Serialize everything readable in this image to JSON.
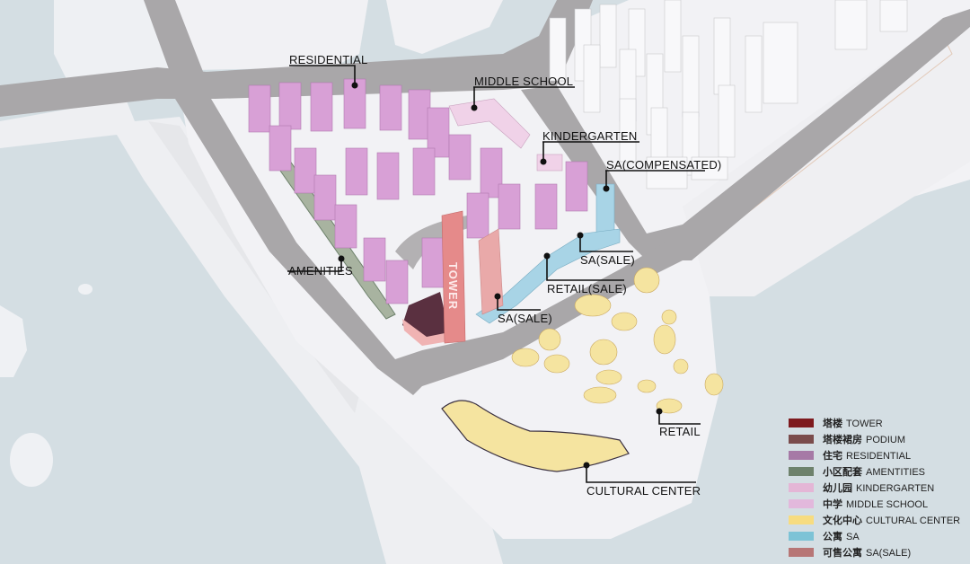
{
  "diagram": {
    "type": "axonometric site plan",
    "colors": {
      "water": "#d4dee3",
      "land": "#f2f2f5",
      "road": "#a9a7a9",
      "background_buildings": "#f4f4f6",
      "residential": "#d8a0d6",
      "tower": "#e58a8a",
      "podium": "#5a3040",
      "sa": "#a8d4e6",
      "sa_sale": "#e9a9a9",
      "cultural": "#f5e4a0",
      "amenities": "#a8b3a0",
      "school": "#f0d2e8"
    }
  },
  "callouts": [
    {
      "id": "residential",
      "text": "RESIDENTIAL"
    },
    {
      "id": "middle-school",
      "text": "MIDDLE SCHOOL"
    },
    {
      "id": "kindergarten",
      "text": "KINDERGARTEN"
    },
    {
      "id": "sa-compensated",
      "text": "SA(COMPENSATED)"
    },
    {
      "id": "sa-sale-upper",
      "text": "SA(SALE)"
    },
    {
      "id": "retail-sale",
      "text": "RETAIL(SALE)"
    },
    {
      "id": "amenities",
      "text": "AMENITIES"
    },
    {
      "id": "sa-sale-lower",
      "text": "SA(SALE)"
    },
    {
      "id": "retail",
      "text": "RETAIL"
    },
    {
      "id": "cultural-center",
      "text": "CULTURAL CENTER"
    }
  ],
  "tower_label": "TOWER",
  "legend": {
    "items": [
      {
        "zh": "塔楼",
        "en": "TOWER",
        "color": "#7e1a1e"
      },
      {
        "zh": "塔楼裙房",
        "en": "PODIUM",
        "color": "#7a4c4c"
      },
      {
        "zh": "住宅",
        "en": "RESIDENTIAL",
        "color": "#a679a6"
      },
      {
        "zh": "小区配套",
        "en": "AMENTITIES",
        "color": "#6e826c"
      },
      {
        "zh": "幼儿园",
        "en": "KINDERGARTEN",
        "color": "#e4b6d6"
      },
      {
        "zh": "中学",
        "en": "MIDDLE SCHOOL",
        "color": "#e2b8dc"
      },
      {
        "zh": "文化中心",
        "en": "CULTURAL CENTER",
        "color": "#f7dc80"
      },
      {
        "zh": "公寓",
        "en": "SA",
        "color": "#7dc3d6"
      },
      {
        "zh": "可售公寓",
        "en": "SA(SALE)",
        "color": "#b77676"
      }
    ]
  }
}
